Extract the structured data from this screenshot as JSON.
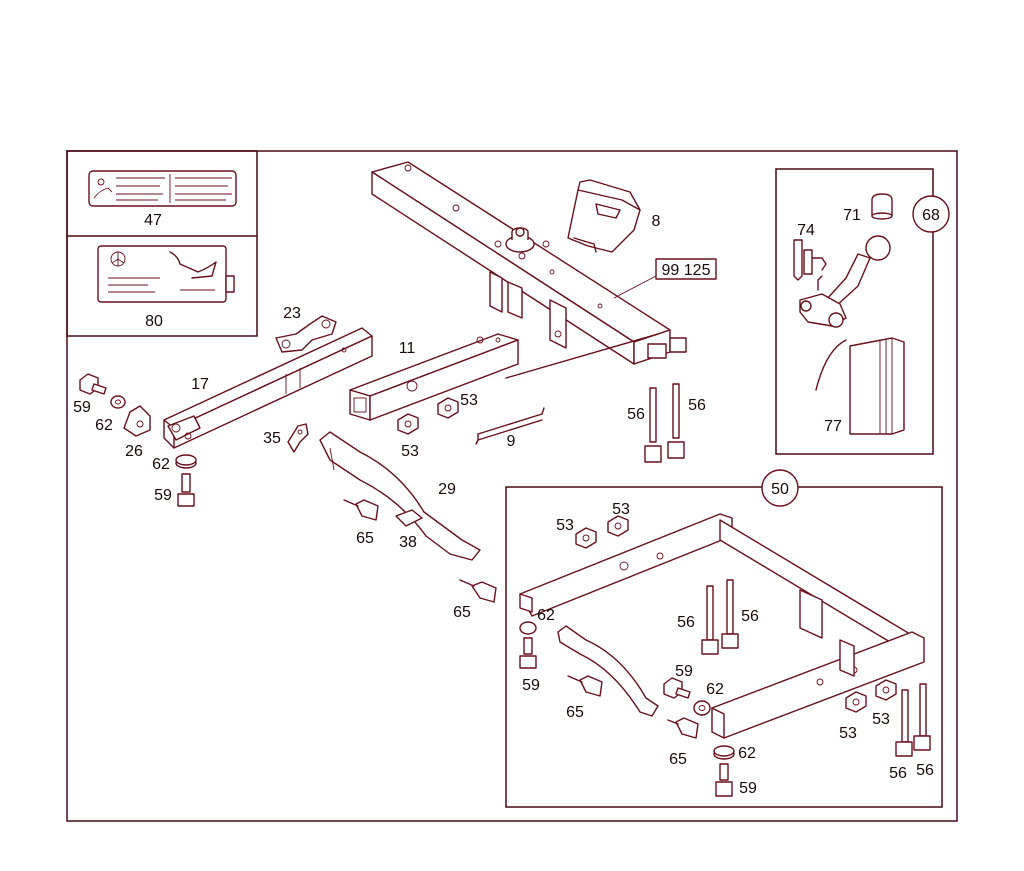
{
  "callouts": {
    "c47": "47",
    "c80": "80",
    "c68": "68",
    "c50": "50",
    "c99125": "99 125",
    "c23": "23",
    "c11": "11",
    "c17": "17",
    "c8": "8",
    "c74": "74",
    "c71": "71",
    "c77": "77",
    "c59a": "59",
    "c62a": "62",
    "c26": "26",
    "c62b": "62",
    "c59b": "59",
    "c35": "35",
    "c53a": "53",
    "c53b": "53",
    "c9": "9",
    "c56a": "56",
    "c56b": "56",
    "c29": "29",
    "c65a": "65",
    "c38": "38",
    "c65b": "65",
    "c53c": "53",
    "c53d": "53",
    "c62c": "62",
    "c59c": "59",
    "c56c": "56",
    "c56d": "56",
    "c59d": "59",
    "c62d": "62",
    "c65c": "65",
    "c65d": "65",
    "c53e": "53",
    "c53f": "53",
    "c56e": "56",
    "c56f": "56",
    "c62e": "62",
    "c59e": "59"
  },
  "colors": {
    "line": "#6b0f1a",
    "frame": "#4a0a12",
    "text": "#1a0a0a",
    "background": "#ffffff"
  }
}
